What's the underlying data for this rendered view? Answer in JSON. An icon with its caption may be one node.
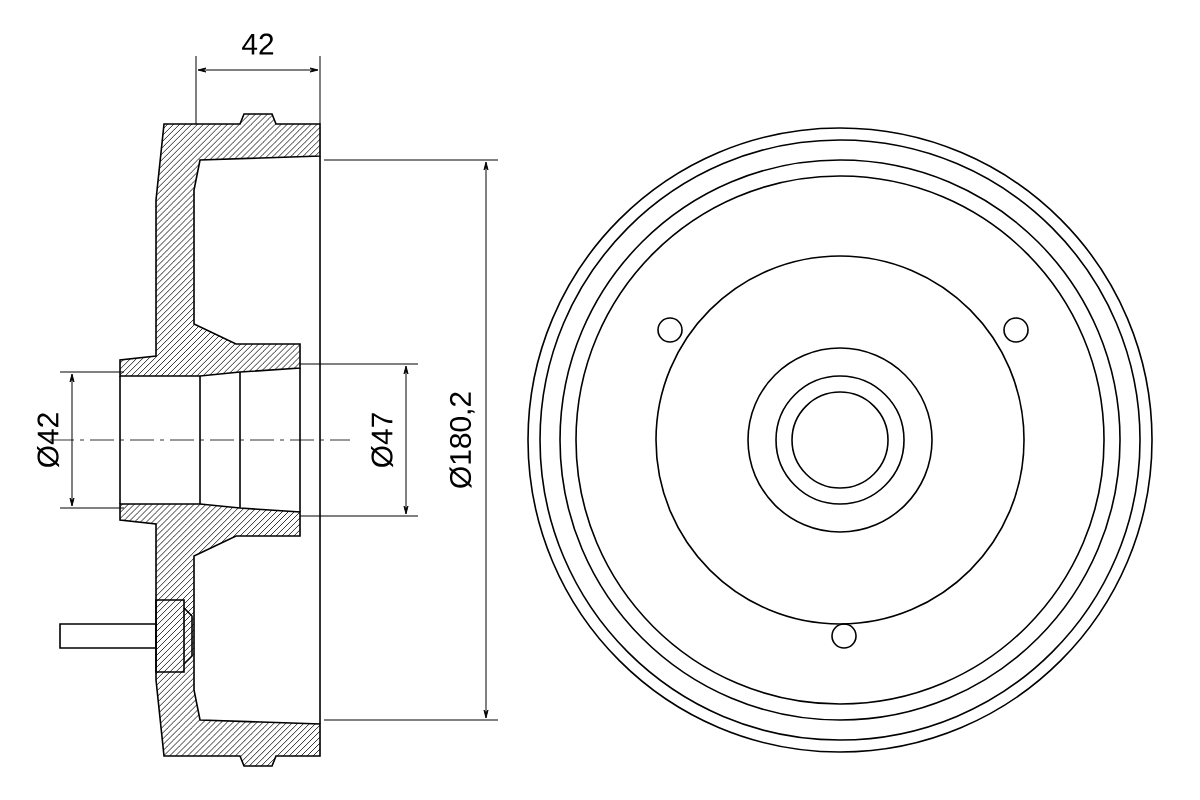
{
  "diagram": {
    "labels": [
      "42",
      "Ø42",
      "Ø47",
      "Ø180,2"
    ]
  }
}
